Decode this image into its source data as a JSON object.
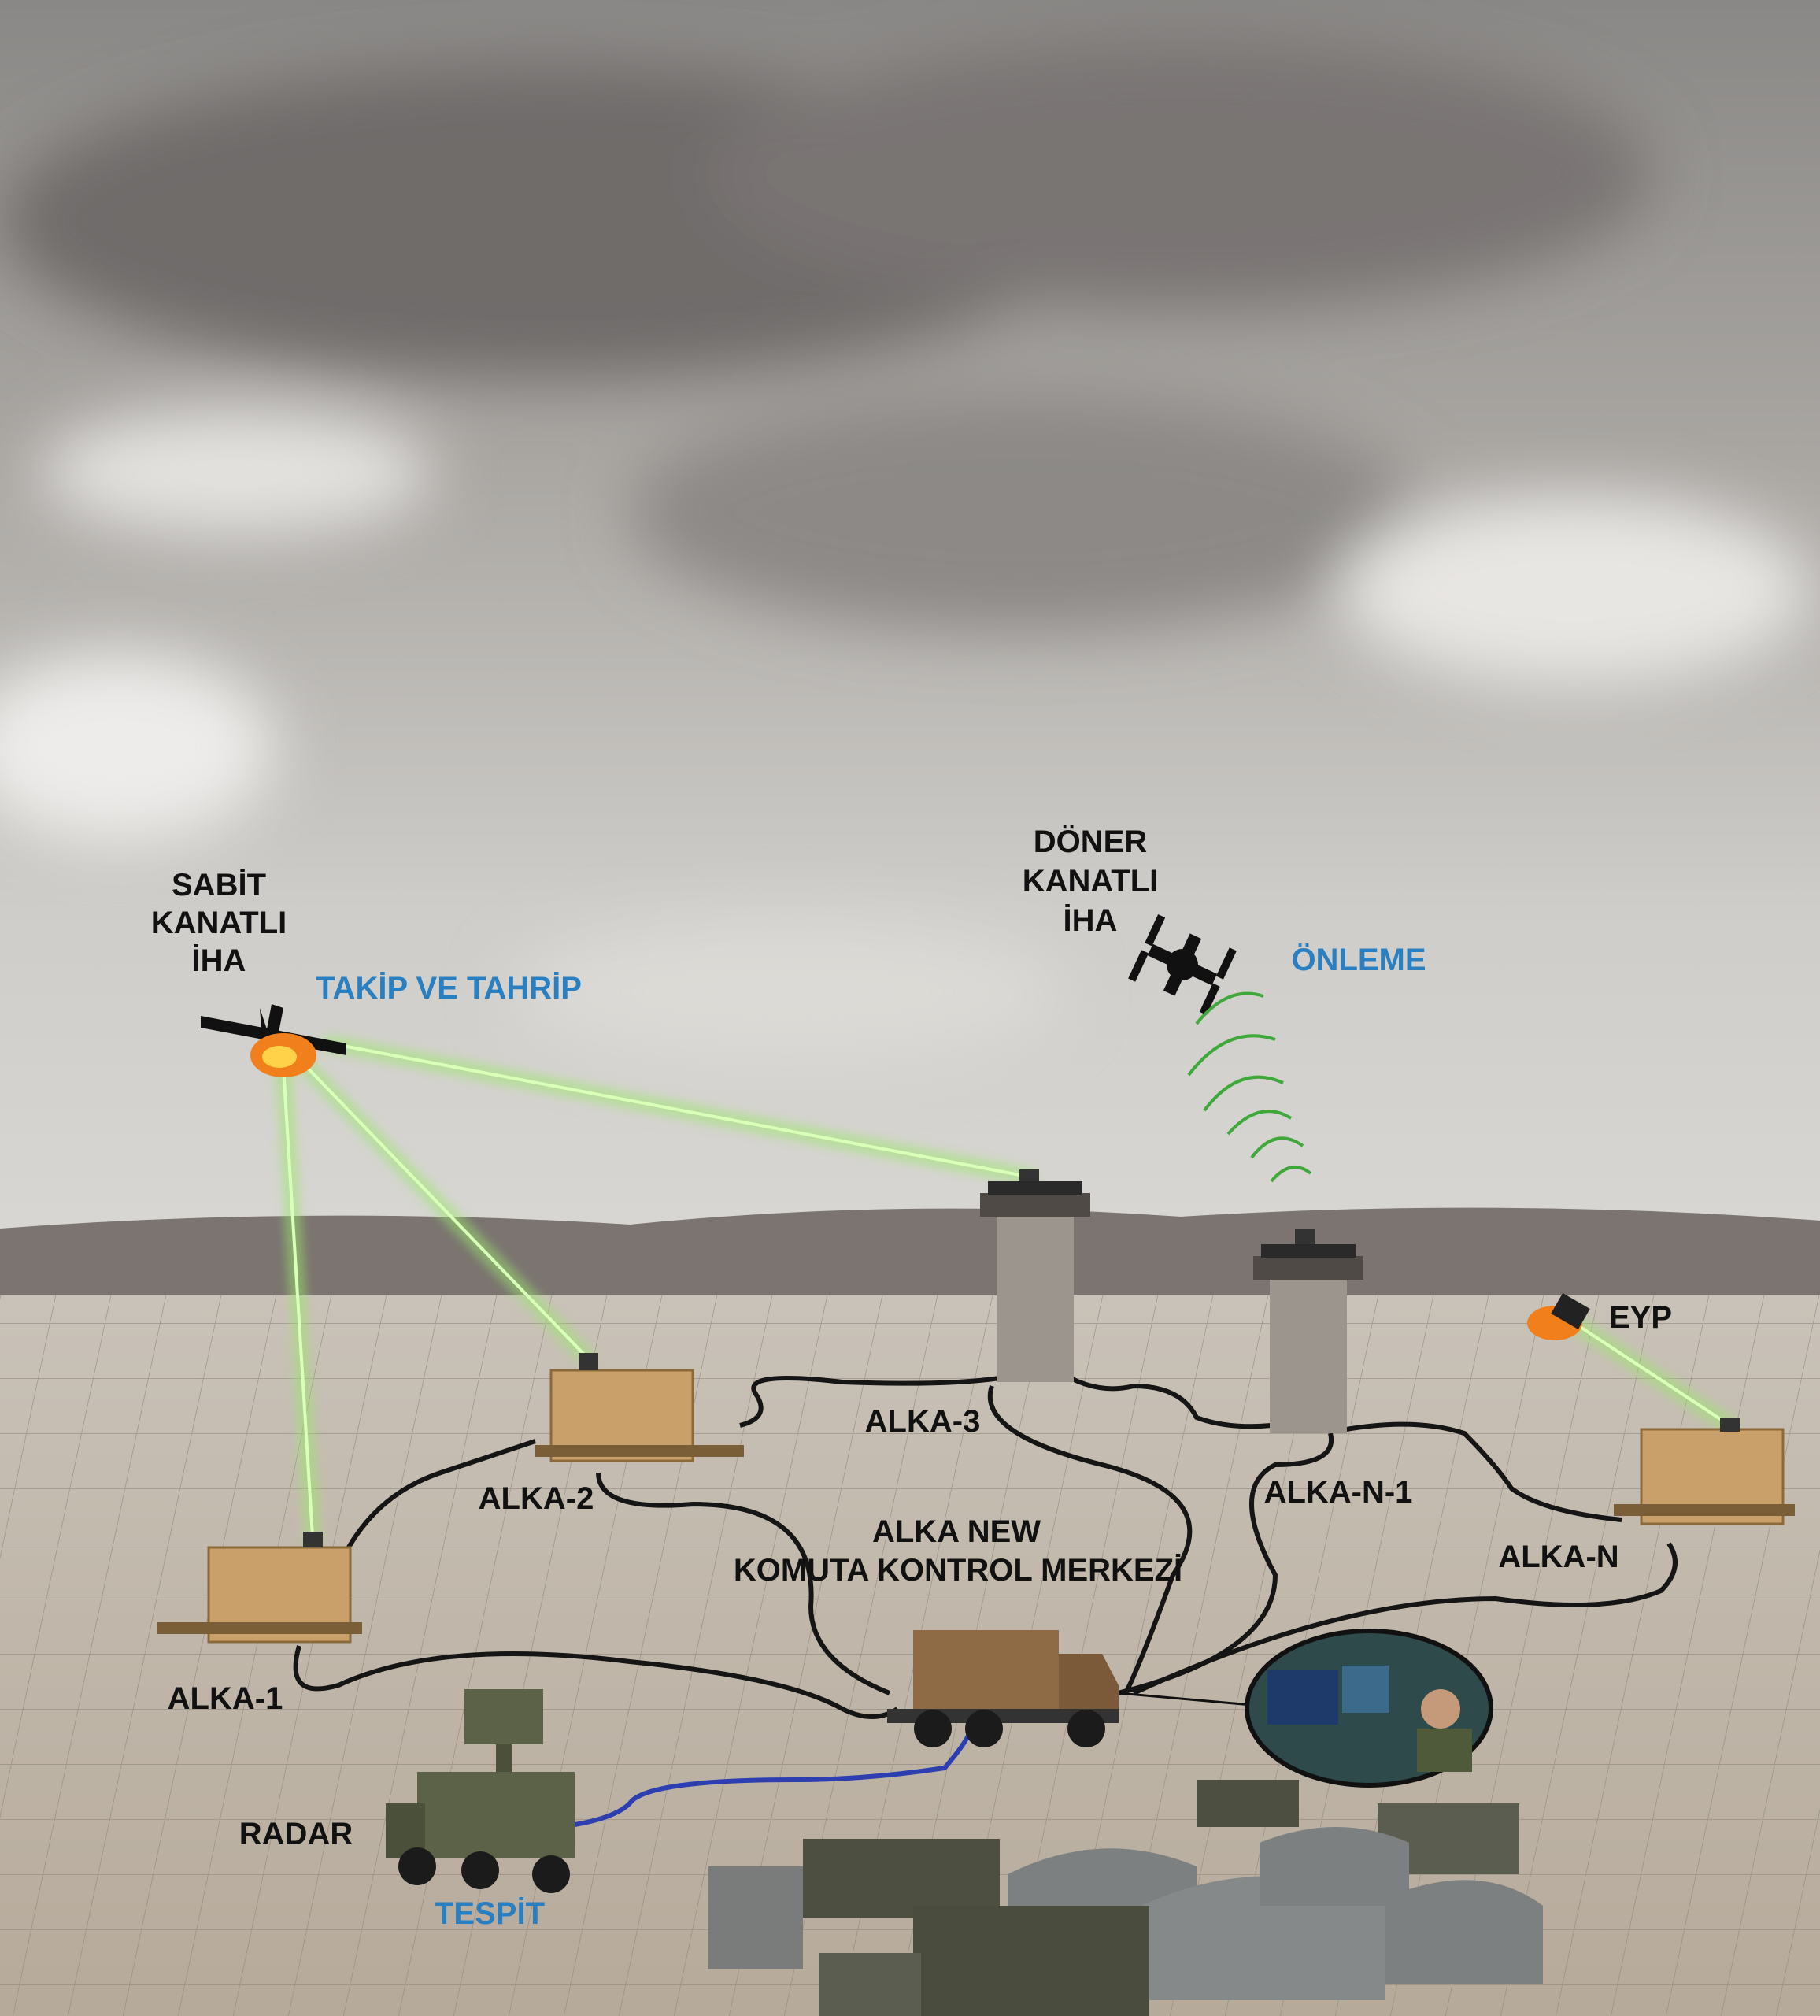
{
  "labels": {
    "fixed_wing": [
      "SABİT",
      "KANATLI",
      "İHA"
    ],
    "track_destroy": "TAKİP VE TAHRİP",
    "rotary_wing": [
      "DÖNER",
      "KANATLI",
      "İHA"
    ],
    "prevention": "ÖNLEME",
    "eyp": "EYP",
    "alka_1": "ALKA-1",
    "alka_2": "ALKA-2",
    "alka_3": "ALKA-3",
    "alka_n_1": "ALKA-N-1",
    "alka_n": "ALKA-N",
    "command_center": [
      "ALKA NEW",
      "KOMUTA KONTROL MERKEZİ"
    ],
    "radar": "RADAR",
    "detection": "TESPİT"
  },
  "colors": {
    "laser": "#7cd64a",
    "accent_text": "#2a7fc0",
    "cable": "#151515",
    "radar_link": "#2d3fb0",
    "equipment": "#c9a06a"
  }
}
